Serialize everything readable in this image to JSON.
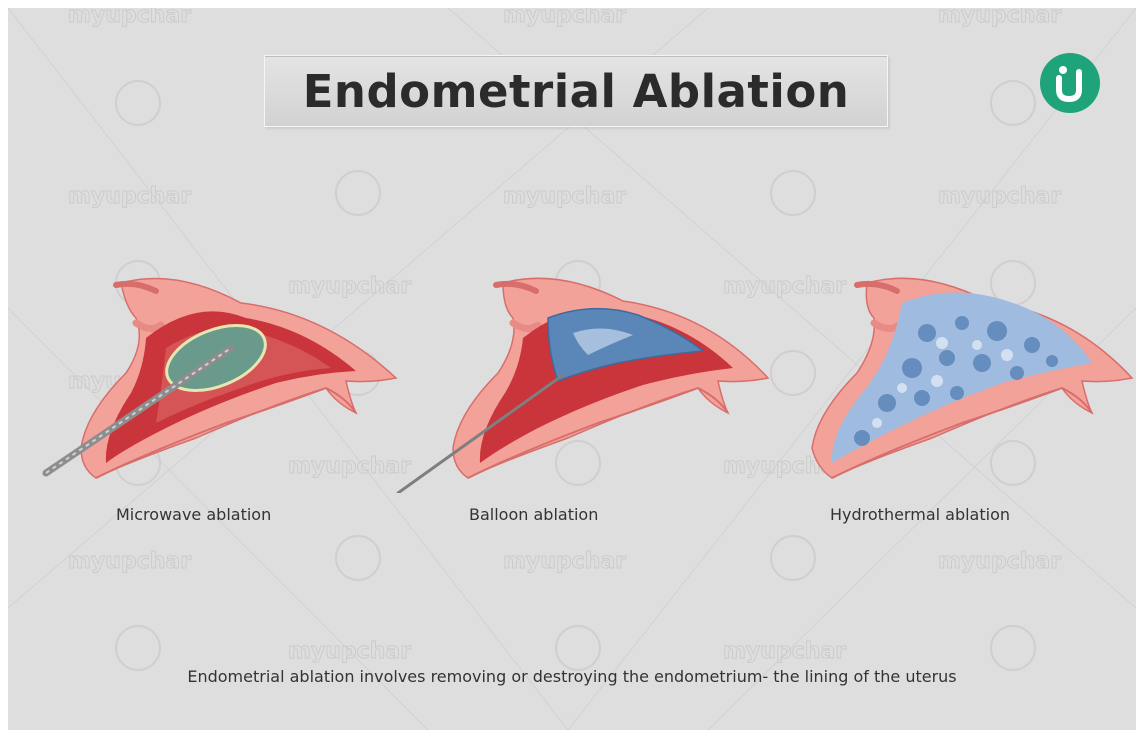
{
  "title": "Endometrial Ablation",
  "logo": {
    "icon": "mytupchar-logo-icon",
    "color": "#1fa37a"
  },
  "watermark_text": "myupchar",
  "methods": [
    {
      "label": "Microwave ablation",
      "icon": "microwave-ablation-uterus-illustration"
    },
    {
      "label": "Balloon ablation",
      "icon": "balloon-ablation-uterus-illustration"
    },
    {
      "label": "Hydrothermal ablation",
      "icon": "hydrothermal-ablation-uterus-illustration"
    }
  ],
  "caption": "Endometrial ablation involves removing or destroying the endometrium- the lining of the uterus",
  "colors": {
    "background": "#dedede",
    "uterus_wall": "#f3a29a",
    "cavity": "#c9353b",
    "balloon": "#5b86b8",
    "hydrothermal_fluid": "#9fbbe0"
  }
}
